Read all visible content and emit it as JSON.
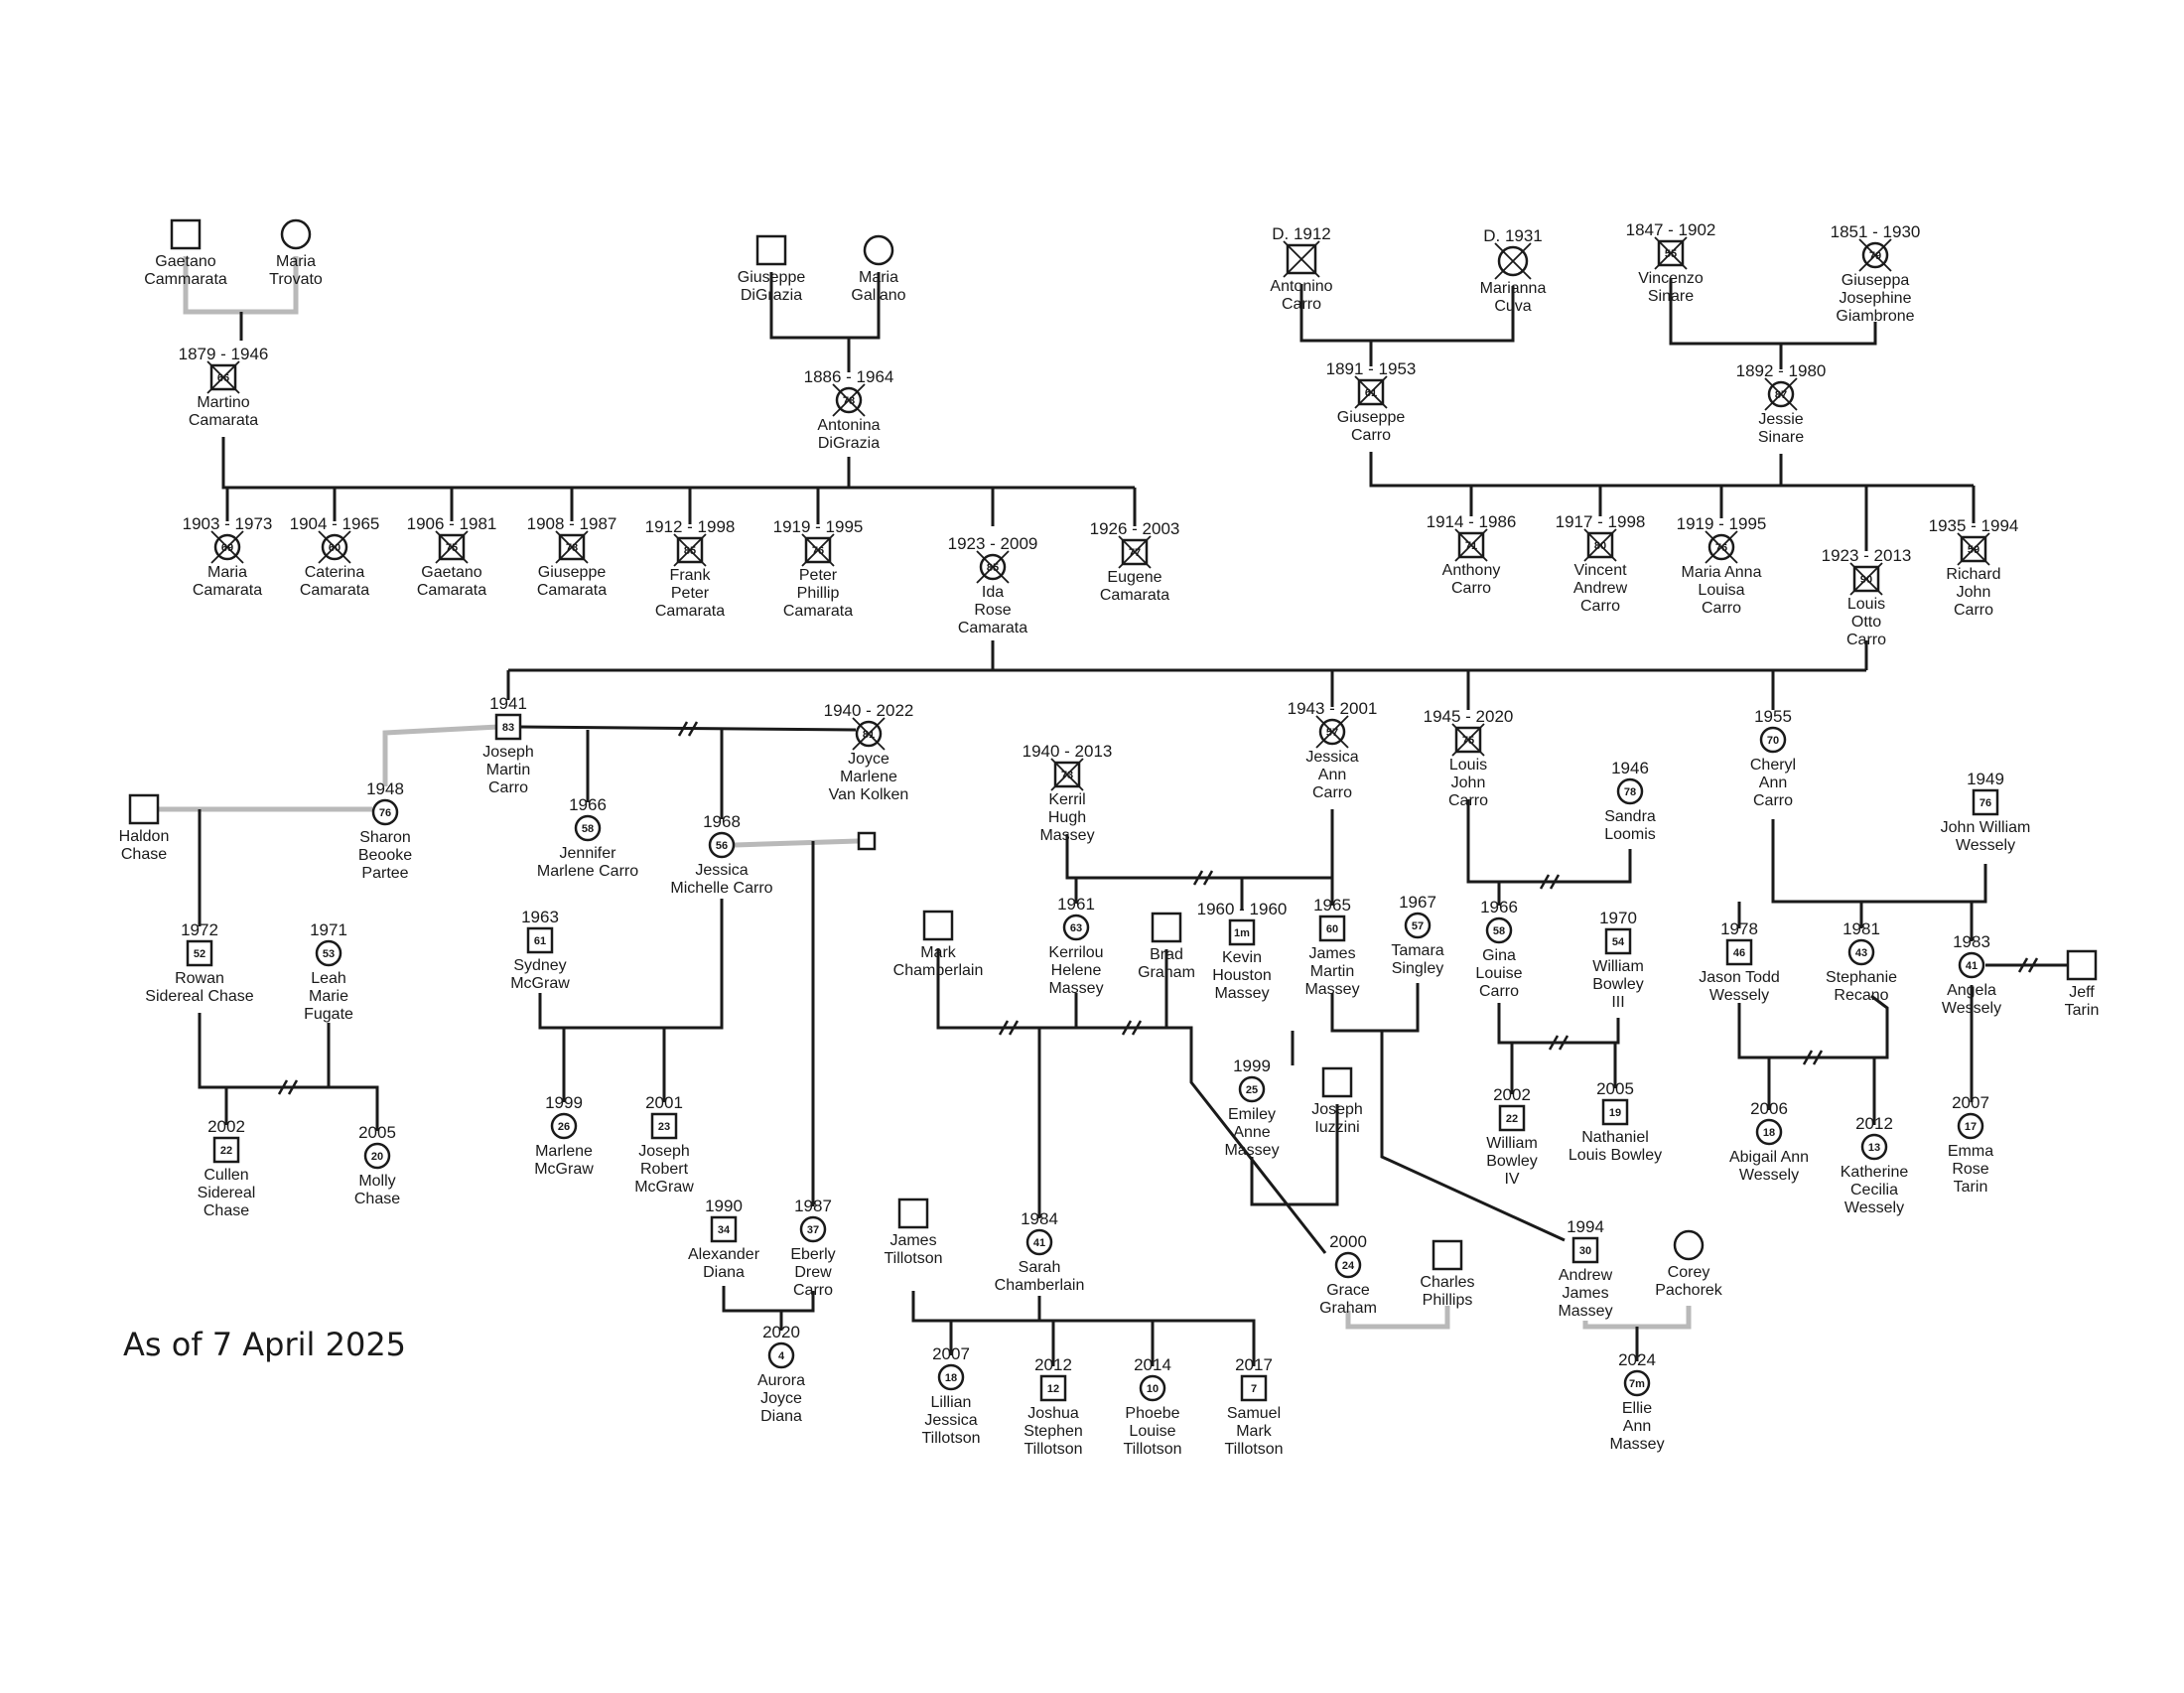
{
  "footer": {
    "as_of": "As of 7 April 2025"
  },
  "people": [
    {
      "id": "gc",
      "sex": "M",
      "name": [
        "Gaetano",
        "Cammarata"
      ]
    },
    {
      "id": "mt",
      "sex": "F",
      "name": [
        "Maria",
        "Trovato"
      ]
    },
    {
      "id": "gd",
      "sex": "M",
      "name": [
        "Giuseppe",
        "DiGrazia"
      ]
    },
    {
      "id": "mg",
      "sex": "F",
      "name": [
        "Maria",
        "Galiano"
      ]
    },
    {
      "id": "ac",
      "sex": "M",
      "dead": true,
      "dates": "D. 1912",
      "name": [
        "Antonino",
        "Carro"
      ]
    },
    {
      "id": "mc",
      "sex": "F",
      "dead": true,
      "dates": "D. 1931",
      "name": [
        "Marianna",
        "Cuva"
      ]
    },
    {
      "id": "vs",
      "sex": "M",
      "dead": true,
      "dates": "1847 - 1902",
      "age": "55",
      "name": [
        "Vincenzo",
        "Sinare"
      ]
    },
    {
      "id": "gjg",
      "sex": "F",
      "dead": true,
      "dates": "1851 - 1930",
      "age": "79",
      "name": [
        "Giuseppa",
        "Josephine",
        "Giambrone"
      ]
    },
    {
      "id": "mcam",
      "sex": "M",
      "dead": true,
      "dates": "1879 - 1946",
      "age": "66",
      "name": [
        "Martino",
        "Camarata"
      ]
    },
    {
      "id": "adg",
      "sex": "F",
      "dead": true,
      "dates": "1886 - 1964",
      "age": "78",
      "name": [
        "Antonina",
        "DiGrazia"
      ]
    },
    {
      "id": "gcarro",
      "sex": "M",
      "dead": true,
      "dates": "1891 - 1953",
      "age": "61",
      "name": [
        "Giuseppe",
        "Carro"
      ]
    },
    {
      "id": "js",
      "sex": "F",
      "dead": true,
      "dates": "1892 - 1980",
      "age": "87",
      "name": [
        "Jessie",
        "Sinare"
      ]
    },
    {
      "id": "mcm",
      "sex": "F",
      "dead": true,
      "dates": "1903 - 1973",
      "age": "69",
      "name": [
        "Maria",
        "Camarata"
      ]
    },
    {
      "id": "cc",
      "sex": "F",
      "dead": true,
      "dates": "1904 - 1965",
      "age": "60",
      "name": [
        "Caterina",
        "Camarata"
      ]
    },
    {
      "id": "gca",
      "sex": "M",
      "dead": true,
      "dates": "1906 - 1981",
      "age": "75",
      "name": [
        "Gaetano",
        "Camarata"
      ]
    },
    {
      "id": "gica",
      "sex": "M",
      "dead": true,
      "dates": "1908 - 1987",
      "age": "78",
      "name": [
        "Giuseppe",
        "Camarata"
      ]
    },
    {
      "id": "fpc",
      "sex": "M",
      "dead": true,
      "dates": "1912 - 1998",
      "age": "85",
      "name": [
        "Frank",
        "Peter",
        "Camarata"
      ]
    },
    {
      "id": "ppc",
      "sex": "M",
      "dead": true,
      "dates": "1919 - 1995",
      "age": "76",
      "name": [
        "Peter",
        "Phillip",
        "Camarata"
      ]
    },
    {
      "id": "irc",
      "sex": "F",
      "dead": true,
      "dates": "1923 - 2009",
      "age": "85",
      "name": [
        "Ida",
        "Rose",
        "Camarata"
      ]
    },
    {
      "id": "ec",
      "sex": "M",
      "dead": true,
      "dates": "1926 - 2003",
      "age": "77",
      "name": [
        "Eugene",
        "Camarata"
      ]
    },
    {
      "id": "anc",
      "sex": "M",
      "dead": true,
      "dates": "1914 - 1986",
      "age": "71",
      "name": [
        "Anthony",
        "Carro"
      ]
    },
    {
      "id": "vac",
      "sex": "M",
      "dead": true,
      "dates": "1917 - 1998",
      "age": "80",
      "name": [
        "Vincent",
        "Andrew",
        "Carro"
      ]
    },
    {
      "id": "malc",
      "sex": "F",
      "dead": true,
      "dates": "1919 - 1995",
      "age": "76",
      "name": [
        "Maria Anna",
        "Louisa",
        "Carro"
      ]
    },
    {
      "id": "loc",
      "sex": "M",
      "dead": true,
      "dates": "1923 - 2013",
      "age": "90",
      "name": [
        "Louis",
        "Otto",
        "Carro"
      ]
    },
    {
      "id": "rjc",
      "sex": "M",
      "dead": true,
      "dates": "1935 - 1994",
      "age": "59",
      "name": [
        "Richard",
        "John",
        "Carro"
      ]
    },
    {
      "id": "jmc",
      "sex": "M",
      "dates": "1941",
      "age": "83",
      "name": [
        "Joseph",
        "Martin",
        "Carro"
      ]
    },
    {
      "id": "jmvk",
      "sex": "F",
      "dead": true,
      "dates": "1940 - 2022",
      "age": "81",
      "name": [
        "Joyce",
        "Marlene",
        "Van Kolken"
      ]
    },
    {
      "id": "jac",
      "sex": "F",
      "dead": true,
      "dates": "1943 - 2001",
      "age": "57",
      "name": [
        "Jessica",
        "Ann",
        "Carro"
      ]
    },
    {
      "id": "ljc",
      "sex": "M",
      "dead": true,
      "dates": "1945 - 2020",
      "age": "75",
      "name": [
        "Louis",
        "John",
        "Carro"
      ]
    },
    {
      "id": "cac",
      "sex": "F",
      "dates": "1955",
      "age": "70",
      "name": [
        "Cheryl",
        "Ann",
        "Carro"
      ]
    },
    {
      "id": "hc",
      "sex": "M",
      "name": [
        "Haldon",
        "Chase"
      ]
    },
    {
      "id": "sbp",
      "sex": "F",
      "dates": "1948",
      "age": "76",
      "name": [
        "Sharon",
        "Beooke",
        "Partee"
      ]
    },
    {
      "id": "jenc",
      "sex": "F",
      "dates": "1966",
      "age": "58",
      "name": [
        "Jennifer",
        "Marlene Carro"
      ]
    },
    {
      "id": "jesmc",
      "sex": "F",
      "dates": "1968",
      "age": "56",
      "name": [
        "Jessica",
        "Michelle Carro"
      ]
    },
    {
      "id": "sgm",
      "sex": "M",
      "small": true,
      "name": []
    },
    {
      "id": "khm",
      "sex": "M",
      "dead": true,
      "dates": "1940 - 2013",
      "age": "73",
      "name": [
        "Kerril",
        "Hugh",
        "Massey"
      ]
    },
    {
      "id": "sl",
      "sex": "F",
      "dates": "1946",
      "age": "78",
      "name": [
        "Sandra",
        "Loomis"
      ]
    },
    {
      "id": "jww",
      "sex": "M",
      "dates": "1949",
      "age": "76",
      "name": [
        "John William",
        "Wessely"
      ]
    },
    {
      "id": "rsc",
      "sex": "M",
      "dates": "1972",
      "age": "52",
      "name": [
        "Rowan",
        "Sidereal Chase"
      ]
    },
    {
      "id": "lmf",
      "sex": "F",
      "dates": "1971",
      "age": "53",
      "name": [
        "Leah",
        "Marie",
        "Fugate"
      ]
    },
    {
      "id": "smg",
      "sex": "M",
      "dates": "1963",
      "age": "61",
      "name": [
        "Sydney",
        "McGraw"
      ]
    },
    {
      "id": "mch",
      "sex": "M",
      "name": [
        "Mark",
        "Chamberlain"
      ]
    },
    {
      "id": "khem",
      "sex": "F",
      "dates": "1961",
      "age": "63",
      "name": [
        "Kerrilou",
        "Helene",
        "Massey"
      ]
    },
    {
      "id": "bg",
      "sex": "M",
      "name": [
        "Brad",
        "Graham"
      ]
    },
    {
      "id": "khom",
      "sex": "M",
      "dates": "1960 - 1960",
      "age": "1m",
      "name": [
        "Kevin",
        "Houston",
        "Massey"
      ]
    },
    {
      "id": "jamm",
      "sex": "M",
      "dates": "1965",
      "age": "60",
      "name": [
        "James",
        "Martin",
        "Massey"
      ]
    },
    {
      "id": "ts",
      "sex": "F",
      "dates": "1967",
      "age": "57",
      "name": [
        "Tamara",
        "Singley"
      ]
    },
    {
      "id": "glc",
      "sex": "F",
      "dates": "1966",
      "age": "58",
      "name": [
        "Gina",
        "Louise",
        "Carro"
      ]
    },
    {
      "id": "wbiii",
      "sex": "M",
      "dates": "1970",
      "age": "54",
      "name": [
        "William",
        "Bowley",
        "III"
      ]
    },
    {
      "id": "jtw",
      "sex": "M",
      "dates": "1978",
      "age": "46",
      "name": [
        "Jason Todd",
        "Wessely"
      ]
    },
    {
      "id": "sr",
      "sex": "F",
      "dates": "1981",
      "age": "43",
      "name": [
        "Stephanie",
        "Recano"
      ]
    },
    {
      "id": "aw",
      "sex": "F",
      "dates": "1983",
      "age": "41",
      "name": [
        "Angela",
        "Wessely"
      ]
    },
    {
      "id": "jt",
      "sex": "M",
      "name": [
        "Jeff",
        "Tarin"
      ]
    },
    {
      "id": "csc",
      "sex": "M",
      "dates": "2002",
      "age": "22",
      "name": [
        "Cullen",
        "Sidereal",
        "Chase"
      ]
    },
    {
      "id": "moc",
      "sex": "F",
      "dates": "2005",
      "age": "20",
      "name": [
        "Molly",
        "Chase"
      ]
    },
    {
      "id": "mmg",
      "sex": "F",
      "dates": "1999",
      "age": "26",
      "name": [
        "Marlene",
        "McGraw"
      ]
    },
    {
      "id": "jrm",
      "sex": "M",
      "dates": "2001",
      "age": "23",
      "name": [
        "Joseph",
        "Robert",
        "McGraw"
      ]
    },
    {
      "id": "ead",
      "sex": "F",
      "dates": "1999",
      "age": "25",
      "name": [
        "Emiley",
        "Anne",
        "Massey"
      ]
    },
    {
      "id": "ji",
      "sex": "M",
      "name": [
        "Joseph",
        "Iuzzini"
      ]
    },
    {
      "id": "wbiv",
      "sex": "M",
      "dates": "2002",
      "age": "22",
      "name": [
        "William",
        "Bowley",
        "IV"
      ]
    },
    {
      "id": "nlb",
      "sex": "M",
      "dates": "2005",
      "age": "19",
      "name": [
        "Nathaniel",
        "Louis Bowley"
      ]
    },
    {
      "id": "aaw",
      "sex": "F",
      "dates": "2006",
      "age": "18",
      "name": [
        "Abigail Ann",
        "Wessely"
      ]
    },
    {
      "id": "kcw",
      "sex": "F",
      "dates": "2012",
      "age": "13",
      "name": [
        "Katherine",
        "Cecilia",
        "Wessely"
      ]
    },
    {
      "id": "ert",
      "sex": "F",
      "dates": "2007",
      "age": "17",
      "name": [
        "Emma",
        "Rose",
        "Tarin"
      ]
    },
    {
      "id": "ad",
      "sex": "M",
      "dates": "1990",
      "age": "34",
      "name": [
        "Alexander",
        "Diana"
      ]
    },
    {
      "id": "edc",
      "sex": "F",
      "dates": "1987",
      "age": "37",
      "name": [
        "Eberly",
        "Drew",
        "Carro"
      ]
    },
    {
      "id": "jtil",
      "sex": "M",
      "name": [
        "James",
        "Tillotson"
      ]
    },
    {
      "id": "sch",
      "sex": "F",
      "dates": "1984",
      "age": "41",
      "name": [
        "Sarah",
        "Chamberlain"
      ]
    },
    {
      "id": "gg",
      "sex": "F",
      "dates": "2000",
      "age": "24",
      "name": [
        "Grace",
        "Graham"
      ]
    },
    {
      "id": "cp",
      "sex": "M",
      "name": [
        "Charles",
        "Phillips"
      ]
    },
    {
      "id": "ajm",
      "sex": "M",
      "dates": "1994",
      "age": "30",
      "name": [
        "Andrew",
        "James",
        "Massey"
      ]
    },
    {
      "id": "cpa",
      "sex": "F",
      "name": [
        "Corey",
        "Pachorek"
      ]
    },
    {
      "id": "ajd",
      "sex": "F",
      "dates": "2020",
      "age": "4",
      "name": [
        "Aurora",
        "Joyce",
        "Diana"
      ]
    },
    {
      "id": "ljt",
      "sex": "F",
      "dates": "2007",
      "age": "18",
      "name": [
        "Lillian",
        "Jessica",
        "Tillotson"
      ]
    },
    {
      "id": "jst",
      "sex": "M",
      "dates": "2012",
      "age": "12",
      "name": [
        "Joshua",
        "Stephen",
        "Tillotson"
      ]
    },
    {
      "id": "plt",
      "sex": "F",
      "dates": "2014",
      "age": "10",
      "name": [
        "Phoebe",
        "Louise",
        "Tillotson"
      ]
    },
    {
      "id": "smt",
      "sex": "M",
      "dates": "2017",
      "age": "7",
      "name": [
        "Samuel",
        "Mark",
        "Tillotson"
      ]
    },
    {
      "id": "eam",
      "sex": "F",
      "dates": "2024",
      "age": "7m",
      "name": [
        "Ellie",
        "Ann",
        "Massey"
      ]
    }
  ]
}
